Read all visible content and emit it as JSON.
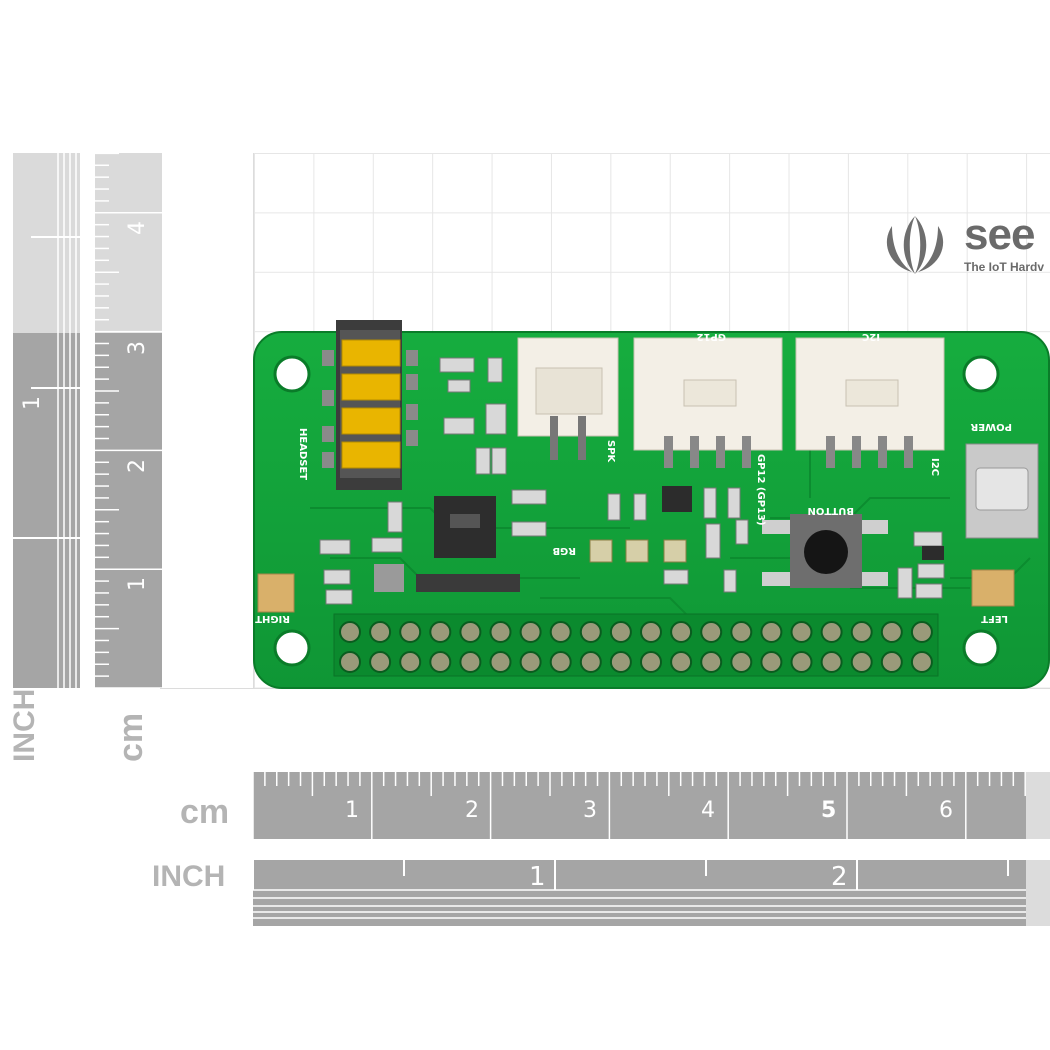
{
  "brand": {
    "name": "see",
    "tagline": "The IoT Hardv"
  },
  "board": {
    "silkscreen": {
      "headset": "HEADSET",
      "right": "RIGHT",
      "left": "LEFT",
      "spk": "SPK",
      "gp12": "GP12",
      "gp12_gp13": "GP12\n(GP13)",
      "i2c_top": "I2C",
      "i2c_side": "I2C",
      "button": "BUTTON",
      "rgb": "RGB",
      "power": "POWER"
    },
    "colors": {
      "pcb": "#12a33a",
      "pcb_dark": "#0c8a2f",
      "connector": "#f3efe6",
      "header_pin": "#9a9a7a",
      "jack_gold": "#e6b400"
    }
  },
  "rulers": {
    "vertical_inch_label": "INCH",
    "vertical_cm_label": "cm",
    "vertical_cm_numbers": [
      "4",
      "3",
      "2",
      "1"
    ],
    "vertical_inch_numbers": [
      "1"
    ],
    "horizontal_cm_label": "cm",
    "horizontal_cm_numbers": [
      "1",
      "2",
      "3",
      "4",
      "5",
      "6"
    ],
    "horizontal_inch_label": "INCH",
    "horizontal_inch_numbers": [
      "1",
      "2"
    ]
  }
}
